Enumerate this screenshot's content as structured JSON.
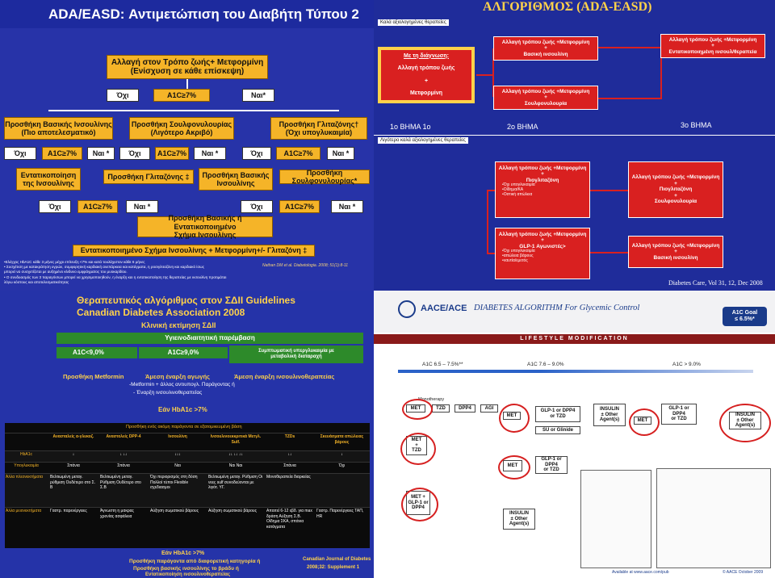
{
  "q1": {
    "title": "ADA/EASD: Αντιμετώπιση του Διαβήτη Τύπου 2",
    "top_box": {
      "line1": "Αλλαγή στον Τρόπο ζωής+ Μετφορμίνη",
      "line2": "(Ενίσχυση σε κάθε επίσκεψη)"
    },
    "no": "Όχι",
    "yes": "Ναι*",
    "yes2": "Ναι *",
    "a1c": "A1C≥7%",
    "basal1": "Προσθήκη Βασικής Ινσουλίνης",
    "basal1b": "(Πιο αποτελεσματικό)",
    "su1": "Προσθήκη Σουλφονυλουρίας",
    "su1b": "(Λιγότερο Ακριβό)",
    "tzd1": "Προσθήκη Γλιταζόνης†",
    "tzd1b": "(Όχι υπογλυκαιμία)",
    "intens1": "Εντατικοποίηση",
    "intens1b": "της Ινσουλίνης",
    "tzd2": "Προσθήκη Γλιταζόνης ‡",
    "basal2": "Προσθήκη Βασικής",
    "basal2b": "Ινσουλίνης",
    "su2": "Προσθήκη Σουλφονυλουρίας*",
    "final1": "Προσθήκη Βασικής ή Εντατικοποιημένο",
    "final1b": "Σχήμα Ινσουλίνης",
    "final2": "Εντατικοποιημένο Σχήμα Ινσουλίνης + Μετφορμίνη+/- Γλιταζόνη ‡",
    "note1": "•Ελέγχος HbA1C κάθε 3 μήνες μέχρι επίτευξη <7% και κατά τουλάχιστον κάθε 6 μήνες",
    "note2": "• Συσχέτιση με κατακράτηση υγρών, συμφορητική καρδιακή ανεπάρκεια και κατάγματα, η ροσιγλιταζόνη και καρδιακό ίσως",
    "note3": "μπορεί να συσχετίζεται με αυξημένο κίνδυνο εμφράγματος του μυοκαρδίου.",
    "note4": "• Ο συνδυασμός των 3 παραγόντων μπορεί να χρησιμοποιηθούν, η έναρξη και η εντατικοποίηση της θεραπείας με ινσουλίνη προτιμάται",
    "note5": "λόγω κόστους και αποτελεσματικότητας",
    "citation": "Nathan DM et al. Diabetologia. 2008; 51(1):8-11"
  },
  "q2": {
    "title": "ΑΛΓΟΡΙΘΜΟΣ (ADA-EASD)",
    "top_label": "Καλά αξιολογημένες θεραπείες",
    "diag_title": "Με τη διάγνωση:",
    "diag_l1": "Αλλαγή τρόπου ζωής",
    "diag_plus": "+",
    "diag_l2": "Μετφορμίνη",
    "r1a": "Αλλαγή τρόπου ζωής +Μετφορμίνη",
    "r1b": "Βασική ινσουλίνη",
    "r1c": "Αλλαγή τρόπου ζωής +Μετφορμίνη",
    "r1d": "Εντατικοποιημένη ινσουλ/θεραπεία",
    "r2a": "Αλλαγή τρόπου ζωής +Μετφορμίνη",
    "r2b": "Σουλφονυλουρία",
    "step1": "1ο ΒΗΜΑ  1ο",
    "step2": "2ο ΒΗΜΑ",
    "step3": "3ο ΒΗΜΑ",
    "mid_label": "Λιγότερο καλά αξιολογημένες θεραπείες",
    "b1a": "Αλλαγή τρόπου ζωής +Μετφορμίνη",
    "b1b": "Πιογλιταζόνη",
    "b1n1": "•Όχι υπογλυκαιμία",
    "b1n2": "•Οίδημα/ΚΑ",
    "b1n3": "•Οστική απώλεια",
    "b2a": "Αλλαγή τρόπου ζωής +Μετφορμίνη",
    "b2b": "Πιογλιταζόνη",
    "b2c": "Σουλφονυλουρία",
    "b3a": "Αλλαγή τρόπου ζωής +Μετφορμίνη",
    "b3b": "GLP-1 Αγωνιστές>",
    "b3n1": "•Όχι υπογλυκαιμία",
    "b3n2": "•απώλεια βάρους",
    "b3n3": "•ναυτία/εμετός",
    "b4a": "Αλλαγή τρόπου ζωής +Μετφορμίνη",
    "b4b": "Βασική ινσουλίνη",
    "citation": "Diabetes Care, Vol 31, 12, Dec 2008"
  },
  "q3": {
    "title1": "Θεραπευτικός αλγόριθμος  στον ΣΔΙΙ Guidelines",
    "title2": "Canadian Diabetes Association  2008",
    "subtitle": "Κλινική εκτίμηση ΣΔΙΙ",
    "green_bar": "Υγιεινοδιαιτητική παρέμβαση",
    "a1c_lt": "A1C<9,0%",
    "a1c_ge": "A1C≥9,0%",
    "symptomatic": "Συμπτωματική υπεργλυκαιμία με",
    "symptomatic2": "μεταβολική διαταραχή",
    "met": "Προσθήκη Metformin",
    "immediate": "Άμεση έναρξη αγωγής",
    "immediate_ins": "Άμεση έναρξη ινσουλινοθεραπείας",
    "opt1": "-Metformin + άλλος αντιυπογλ. Παράγοντας ή",
    "opt2": "- Έναρξη ινσουλινοθεραπείας",
    "hba1c_q": "Εάν HbA1c >7%",
    "table_title": "Προσθήκη ενός ακόμη παράγοντα σε εξατομικευμένη βάση",
    "columns": [
      "",
      "Ανασταλείς α-γλυκοζ.",
      "Αναστολείς DPP-4",
      "Ινσουλίνη",
      "Ινσουλινοεκκριτικά Μετγλ. Sulf.",
      "TZDs",
      "Σκευάσματα απώλειας βάρους"
    ],
    "row_hba1c": [
      "HbA1c",
      "↓",
      "↓ ↓↓",
      "↓↓↓",
      "↓↓ ↓↓  ↓↓",
      "↓↓",
      "↓"
    ],
    "row_hypo": [
      "Υπογλυκαιμία",
      "Σπάνια",
      "Σπάνια",
      "Ναι",
      "Ναι     Ναι",
      "Σπάνια",
      "Όχι"
    ],
    "row_pos": [
      "Άλλα πλεονεκτήματα",
      "Βελτιωμένη μεταγ. ρύθμιση Ουδέτερο στο Σ. Β",
      "Βελτιωμένη μεταγ. Ρύθμιση Ουδέτερο στο Σ.Β",
      "Όχι περιορισμός στη δόση Πολλοί τύποι Flexible σχεδιασμοι",
      "Βελτιωμένη μεταγ. Ρύθμιση Οι νεες sulf συνοδεύονται με λιγότ. ΥΓ.",
      "Μονοθεραπεία διαρκείας",
      ""
    ],
    "row_neg": [
      "Άλλα μειονεκτήματα",
      "Γαστρ. παρενέργειες",
      "Άγνωστη η μακρας χρονίας ασφάλεια",
      "Αύξηση σωματικού βάρους",
      "Αύξηση σωματικού βάρους",
      "Απαιτεί 6-12 εβδ. για max δράση Αύξηση Σ.Β. Οίδημα ΣΚΑ, σπάνια κατάγματα",
      "Γαστρ. Παρενέργειες ΤΑΠ, HR"
    ],
    "bottom1": "Εάν HbA1c >7%",
    "bottom2": "Προσθήκη παράγοντα από διαφορετική κατηγορία ή",
    "bottom3": "Προσθήκη βασικής ινσουλίνης το βράδυ ή",
    "bottom4": "Εντατικοποίηση ινσουλινοθεραπείας",
    "citation1": "Canadian Journal of Diabetes",
    "citation2": "2008;32: Supplement 1"
  },
  "q4": {
    "org": "AACE/ACE",
    "title": "DIABETES ALGORITHM For Glycemic Control",
    "goal1": "A1C Goal",
    "goal2": "≤ 6.5%*",
    "lifestyle": "LIFESTYLE MODIFICATION",
    "col1": "A1C 6.5 – 7.5%**",
    "col2": "A1C 7.6 – 9.0%",
    "col3": "A1C > 9.0%",
    "mono": "Monotherapy",
    "met": "MET",
    "tzd": "TZD",
    "dpp4": "DPP4",
    "agi": "AGI",
    "glp1": "GLP-1 or DPP4",
    "or_tzd": "or TZD",
    "su_or_glinide": "SU or Glinide",
    "insulin": "INSULIN",
    "other_agents": "± Other Agent(s)",
    "met_glp1": "MET + GLP-1 or DPP4",
    "footer1": "Available at www.aace.com/pub",
    "footer2": "© AACE October 2009"
  }
}
